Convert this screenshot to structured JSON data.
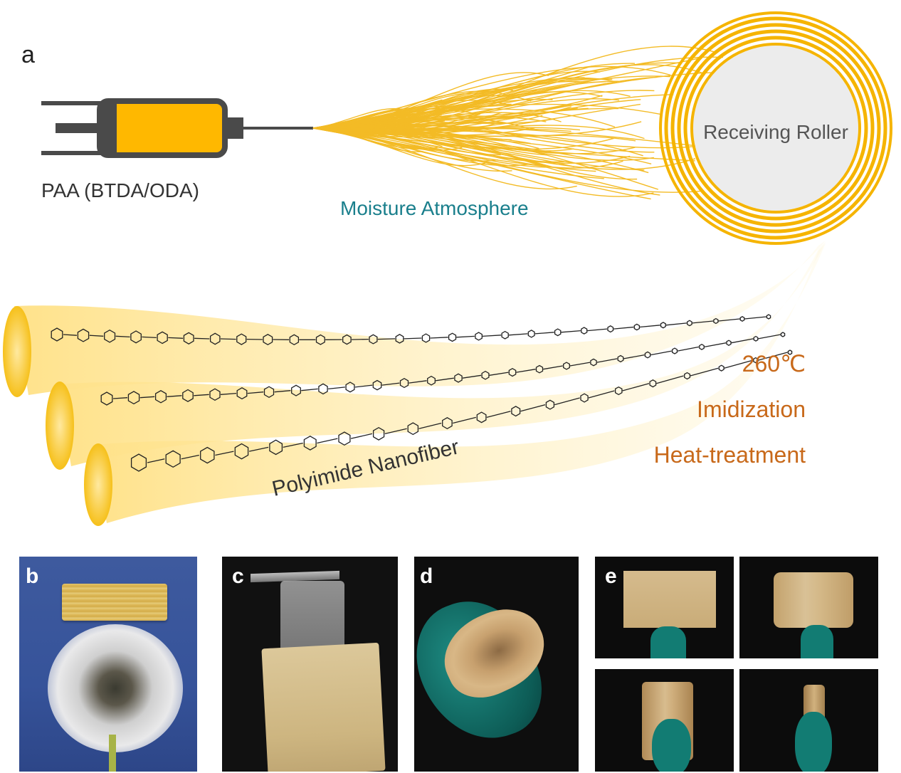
{
  "panel_a": {
    "letter": "a",
    "syringe_label": "PAA (BTDA/ODA)",
    "atmosphere_label": "Moisture Atmosphere",
    "roller_label": "Receiving Roller",
    "temperature_label": "260℃",
    "imidization_label": "Imidization",
    "heat_label": "Heat-treatment",
    "fiber_label": "Polyimide Nanofiber",
    "colors": {
      "fiber": "#f5b400",
      "syringe_fluid": "#ffb800",
      "syringe_body": "#4a4a4a",
      "atmosphere_text": "#1a7f8c",
      "process_text": "#c8691a"
    }
  },
  "panel_b": {
    "letter": "b"
  },
  "panel_c": {
    "letter": "c"
  },
  "panel_d": {
    "letter": "d"
  },
  "panel_e": {
    "letter": "e"
  }
}
